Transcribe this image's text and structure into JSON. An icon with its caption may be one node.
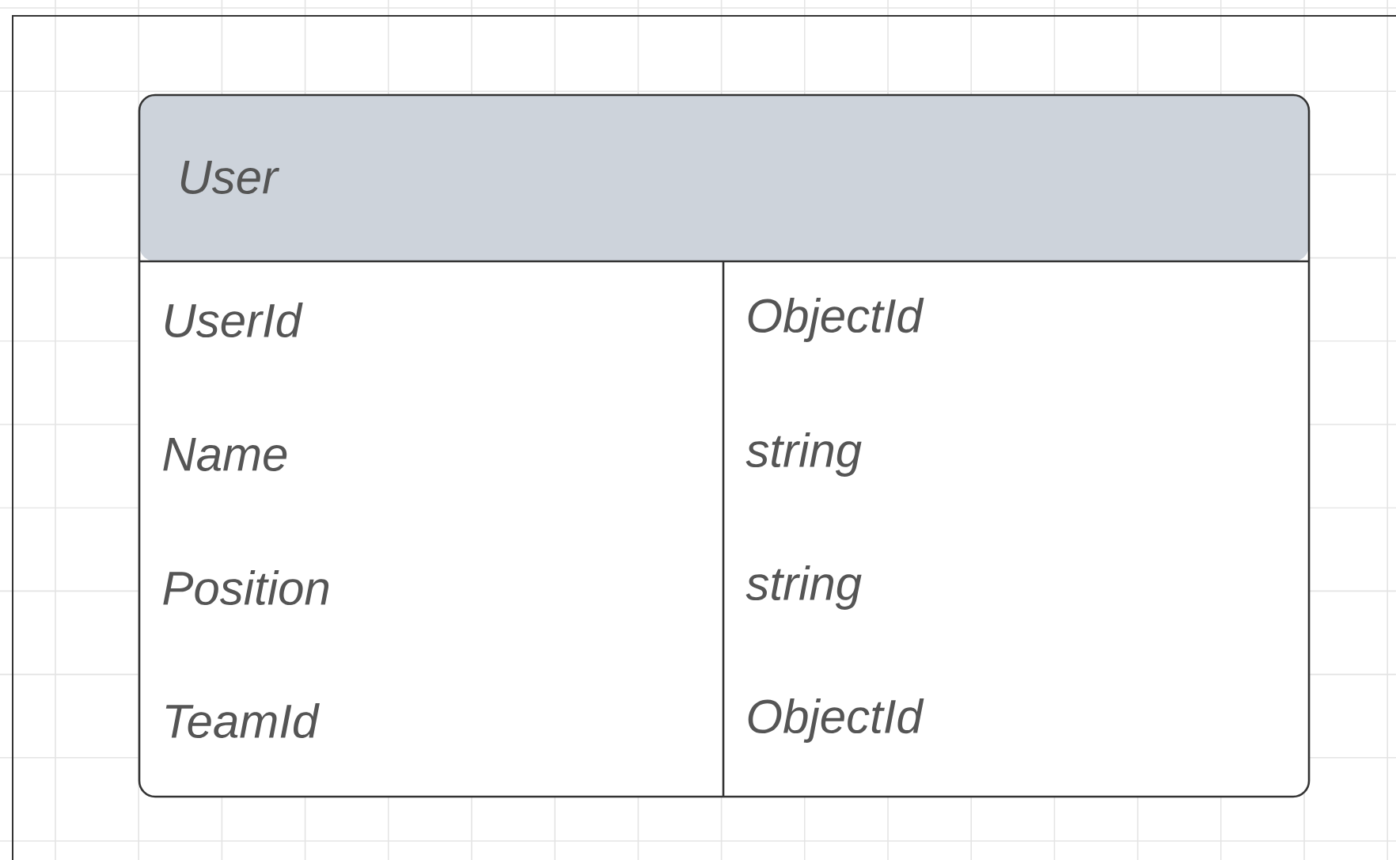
{
  "diagram": {
    "nodes": [
      {
        "text": [
          "User"
        ]
      }
    ],
    "labels": [
      "UserId",
      "ObjectId",
      "Name",
      "string",
      "Position",
      "string",
      "TeamId",
      "ObjectId"
    ]
  }
}
